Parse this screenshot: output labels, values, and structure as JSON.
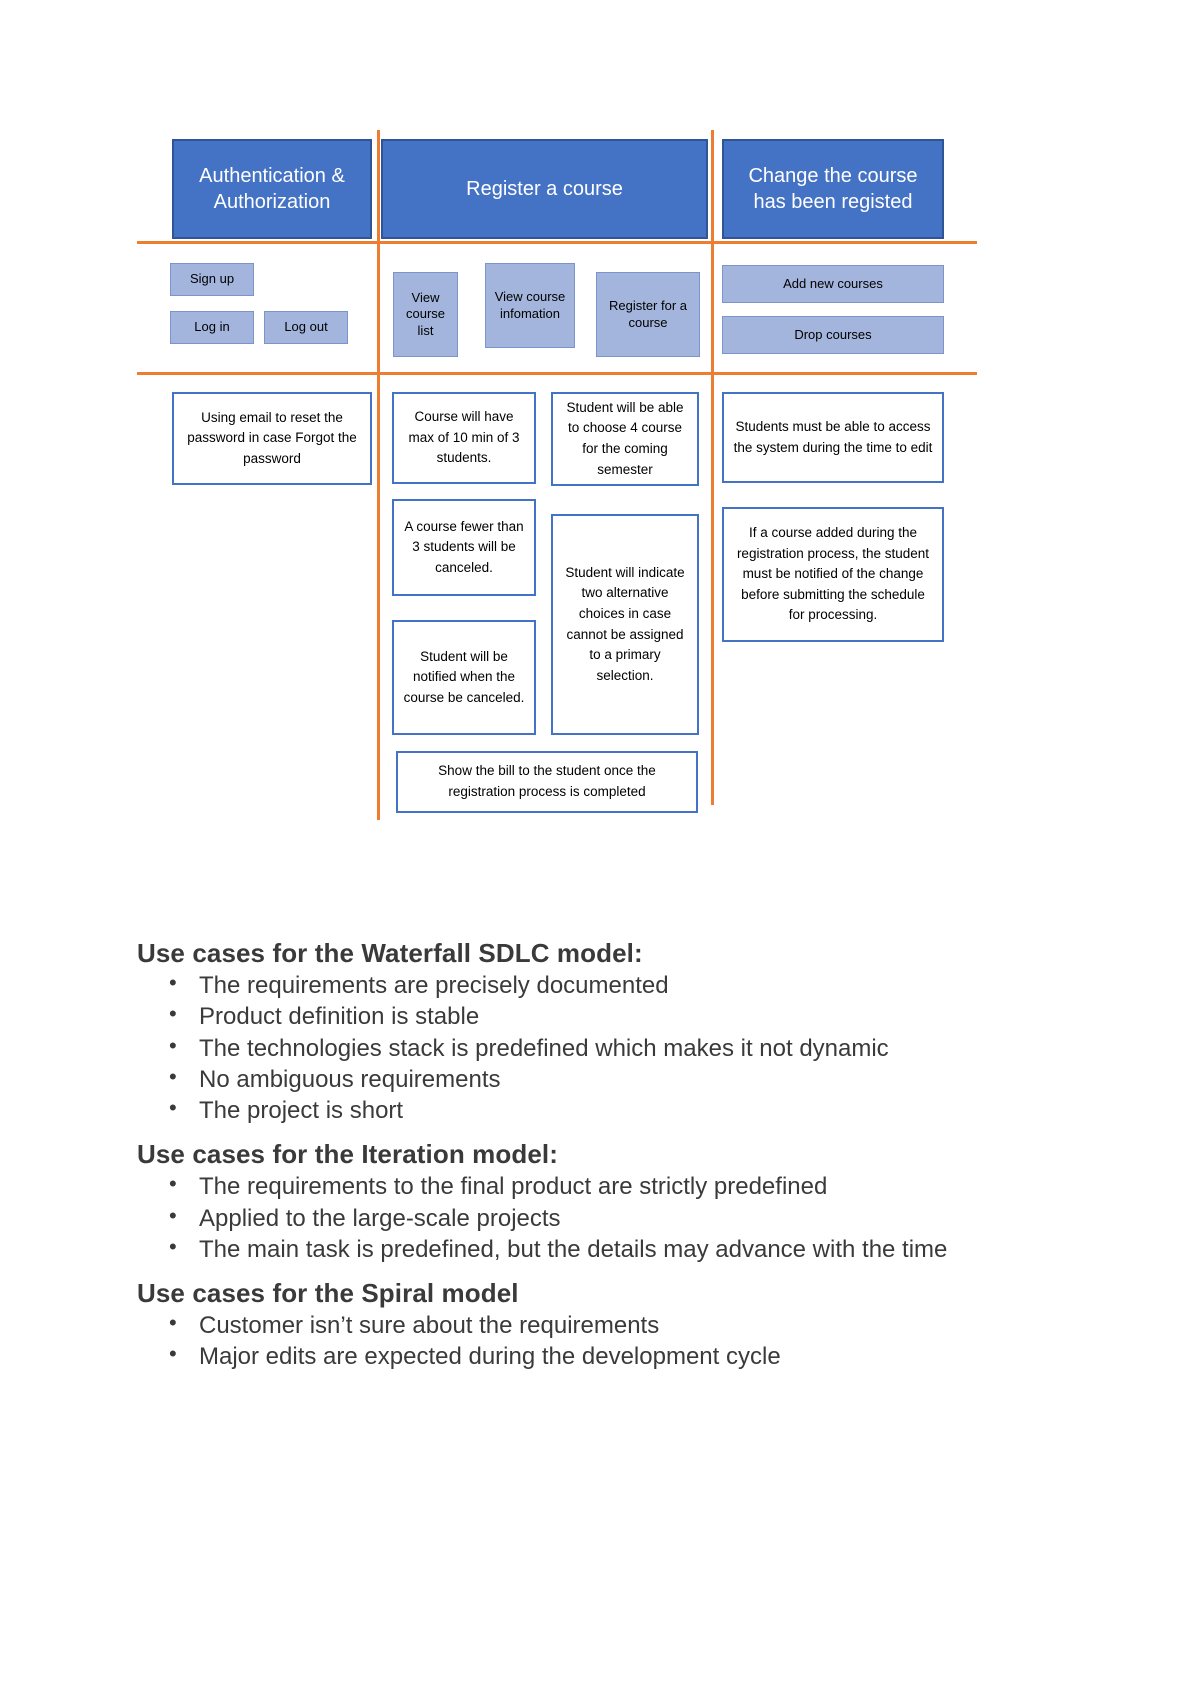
{
  "colors": {
    "header_fill": "#4472C4",
    "header_border": "#2F5597",
    "action_fill": "#A3B5DC",
    "action_border": "#7B94CC",
    "requirement_border": "#4472C4",
    "separator": "#ED7D31",
    "text_dark": "#3A3A3A"
  },
  "diagram": {
    "columns": [
      {
        "header": "Authentication & Authorization",
        "actions": [
          "Sign up",
          "Log in",
          "Log out"
        ],
        "requirements": [
          "Using email to reset the password in case Forgot the password"
        ]
      },
      {
        "header": "Register a course",
        "actions": [
          "View course list",
          "View course infomation",
          "Register for a course"
        ],
        "requirements": [
          "Course will have max of 10 min of 3 students.",
          "A course fewer than 3 students will be canceled.",
          "Student will be notified when the course be canceled.",
          "Student will be able to choose 4 course for the coming semester",
          "Student will indicate two alternative choices in case cannot be assigned to a primary selection.",
          "Show the bill to the student once the registration process is completed"
        ]
      },
      {
        "header": "Change the course has been registed",
        "actions": [
          "Add new courses",
          "Drop courses"
        ],
        "requirements": [
          "Students must be able to access the system during the time to edit",
          "If a course added during the registration process, the student must be notified of the change before submitting the schedule for processing."
        ]
      }
    ]
  },
  "prose": {
    "sections": [
      {
        "title": "Use cases for the Waterfall SDLC model:",
        "bullets": [
          "The requirements are precisely documented",
          "Product definition is stable",
          "The technologies stack is predefined which makes it not dynamic",
          "No ambiguous requirements",
          "The project is short"
        ]
      },
      {
        "title": "Use cases for the Iteration model:",
        "bullets": [
          "The requirements to the final product are strictly predefined",
          "Applied to the large-scale projects",
          "The main task is predefined, but the details may advance with the time"
        ]
      },
      {
        "title": "Use cases for the Spiral model",
        "bullets": [
          "Customer isn’t sure about the requirements",
          "Major edits are expected during the development cycle"
        ]
      }
    ]
  }
}
